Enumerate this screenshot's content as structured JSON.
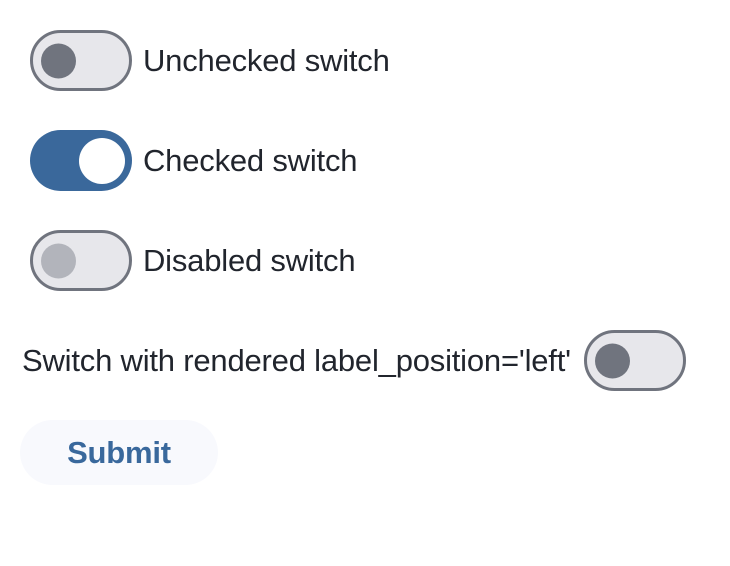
{
  "switches": [
    {
      "label": "Unchecked switch",
      "state": "unchecked",
      "label_position": "right"
    },
    {
      "label": "Checked switch",
      "state": "checked",
      "label_position": "right"
    },
    {
      "label": "Disabled switch",
      "state": "disabled",
      "label_position": "right"
    },
    {
      "label": "Switch with rendered label_position='left'",
      "state": "unchecked",
      "label_position": "left"
    }
  ],
  "submit_button": {
    "label": "Submit"
  },
  "colors": {
    "checked_track": "#3a689b",
    "unchecked_track_fill": "#e7e7eb",
    "track_border": "#70747e",
    "unchecked_thumb": "#70747e",
    "disabled_thumb": "#b2b4bb",
    "checked_thumb": "#ffffff",
    "label_text": "#21252d",
    "button_background": "#f8f9fd",
    "button_text": "#39689c",
    "page_background": "#ffffff"
  }
}
